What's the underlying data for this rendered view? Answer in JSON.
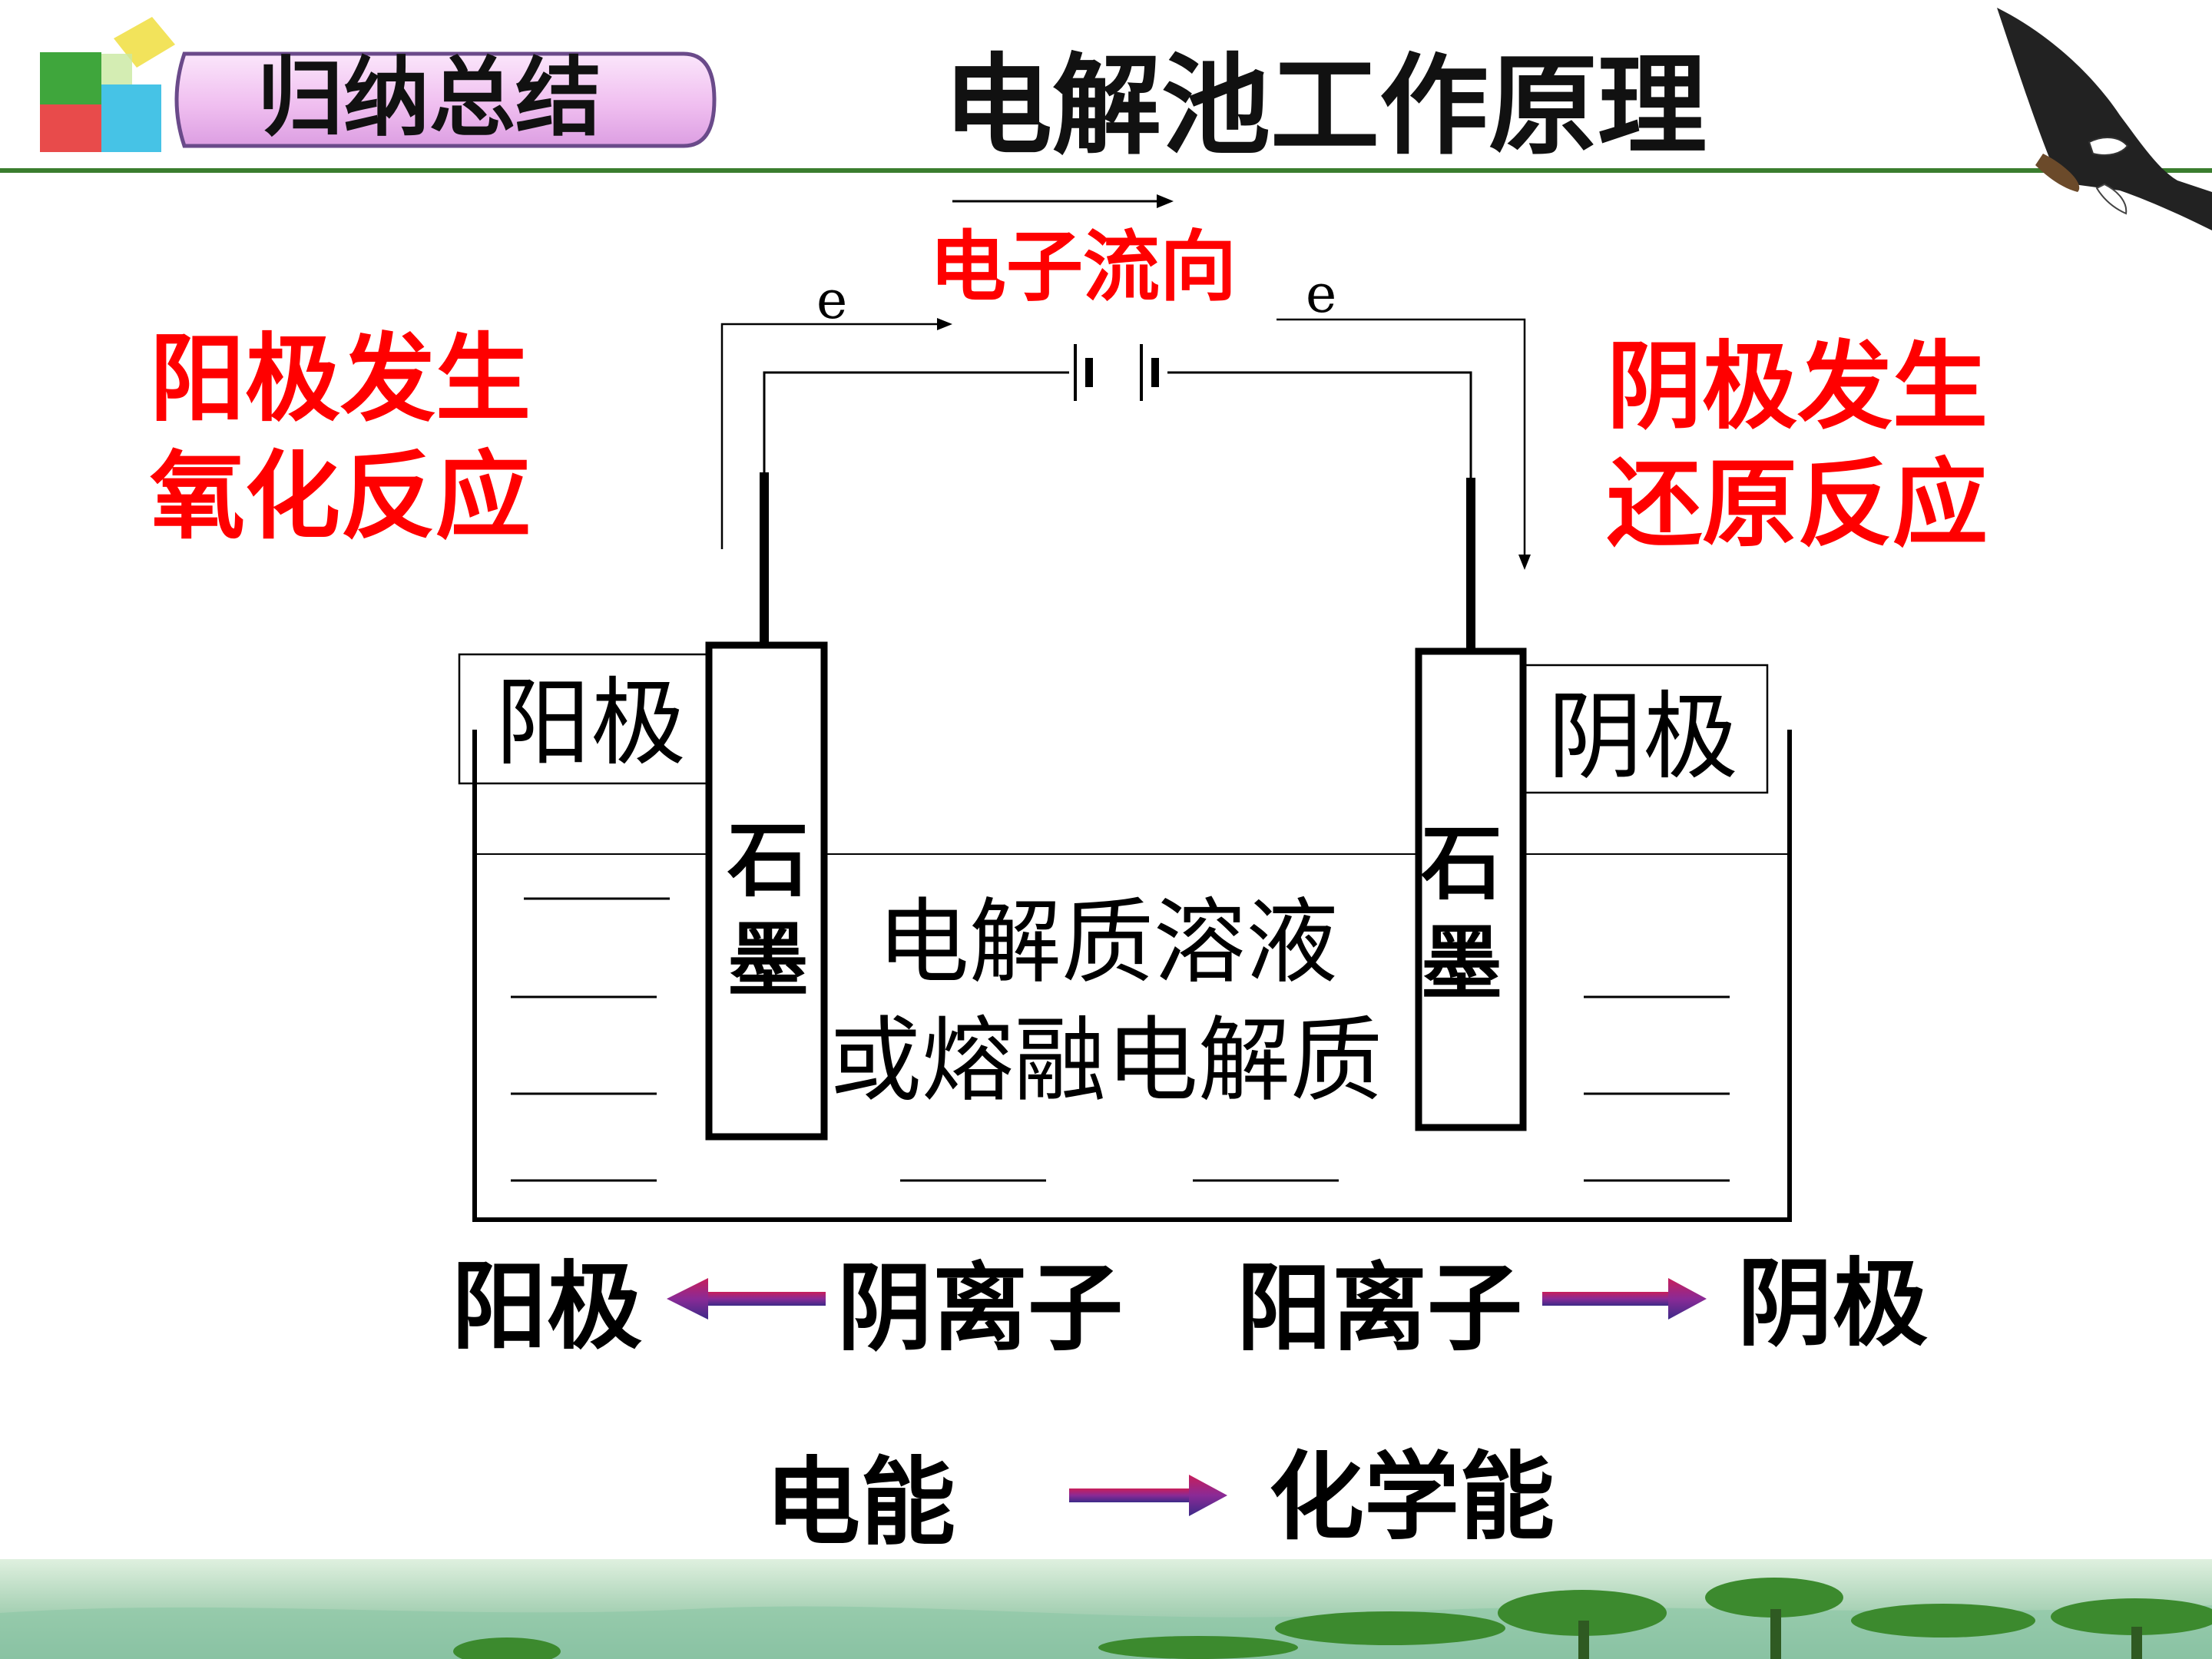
{
  "header": {
    "badge_label": "归纳总结",
    "title": "电解池工作原理"
  },
  "circuit": {
    "electron_flow_label": "电子流向",
    "electron_left": "e",
    "electron_right": "e"
  },
  "anode_note": {
    "line1": "阳极发生",
    "line2": "氧化反应"
  },
  "cathode_note": {
    "line1": "阴极发生",
    "line2": "还原反应"
  },
  "cell": {
    "anode_label": "阳极",
    "cathode_label": "阴极",
    "left_electrode": {
      "line1": "石",
      "line2": "墨"
    },
    "right_electrode": {
      "line1": "石",
      "line2": "墨"
    },
    "electrolyte_line1": "电解质溶液",
    "electrolyte_line2": "或熔融电解质"
  },
  "ion_migration": {
    "anode": "阳极",
    "anion": "阴离子",
    "cation": "阳离子",
    "cathode": "阴极"
  },
  "energy": {
    "from": "电能",
    "to": "化学能"
  },
  "colors": {
    "accent_red": "#ff0000",
    "header_line_green": "#3a7d2e",
    "badge_pink": "#f3c8f0",
    "arrow_purple": "#7a2a8a"
  }
}
